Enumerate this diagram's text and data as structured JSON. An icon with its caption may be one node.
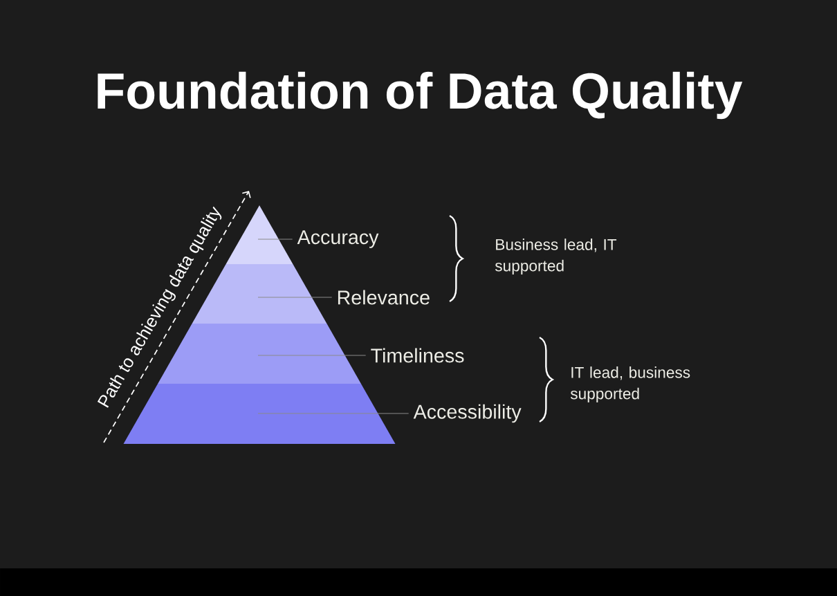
{
  "diagram": {
    "title": "Foundation of Data Quality",
    "nodes": [
      {
        "text": [],
        "shape": "triangle"
      },
      {
        "text": [],
        "shape": "trapezoid"
      },
      {
        "text": [],
        "shape": "trapezoid"
      },
      {
        "text": [],
        "shape": "trapezoid"
      },
      {
        "text": [
          "Accuracy"
        ]
      },
      {
        "text": [
          "Relevance"
        ]
      },
      {
        "text": [
          "Timeliness"
        ]
      },
      {
        "text": [
          "Accessibility"
        ]
      }
    ],
    "edges": [
      {
        "from": 4,
        "to": 0,
        "arrow": "none"
      },
      {
        "from": 5,
        "to": 1,
        "arrow": "none"
      },
      {
        "from": 6,
        "to": 2,
        "arrow": "none"
      },
      {
        "from": 7,
        "to": 3,
        "arrow": "none"
      }
    ],
    "labels": [
      "Path to achieving data quality",
      "Business lead, IT supported",
      "IT lead, business supported"
    ]
  }
}
